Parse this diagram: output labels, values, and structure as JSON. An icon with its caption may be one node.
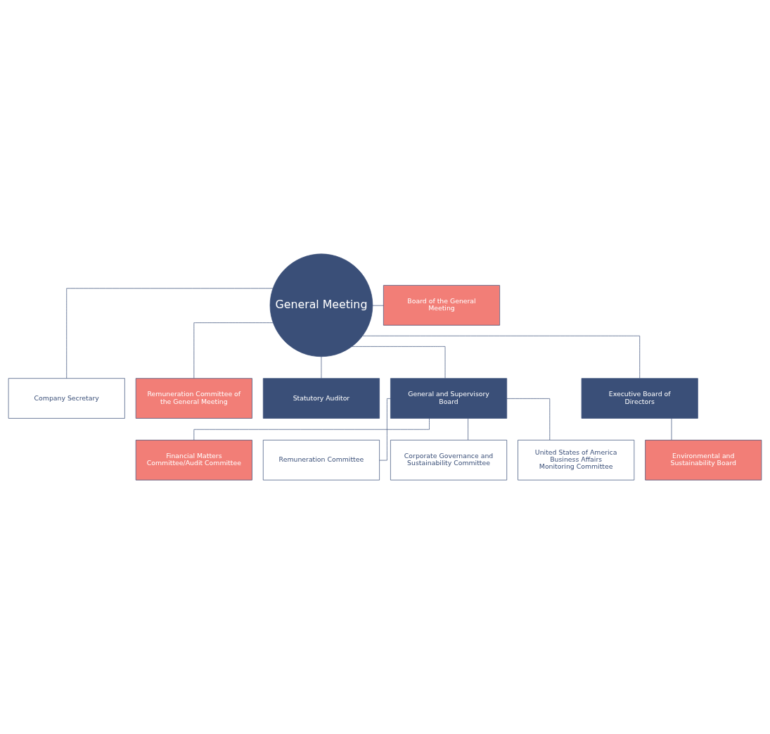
{
  "diagram": {
    "nodes": [
      {
        "text": [
          "General Meeting"
        ]
      },
      {
        "text": [
          "Board of the General Meeting"
        ]
      },
      {
        "text": [
          "Company Secretary"
        ]
      },
      {
        "text": [
          "Remuneration Committee of the General Meeting"
        ]
      },
      {
        "text": [
          "Statutory Auditor"
        ]
      },
      {
        "text": [
          "General and Supervisory Board"
        ]
      },
      {
        "text": [
          "Executive Board of Directors"
        ]
      },
      {
        "text": [
          "Financial Matters Committee/Audit Committee"
        ]
      },
      {
        "text": [
          "Environmental and Sustainability Board"
        ]
      },
      {
        "text": [
          "Remuneration Committee"
        ]
      },
      {
        "text": [
          "Corporate Governance and Sustainability Committee"
        ]
      },
      {
        "text": [
          "United States of America Business Affairs Monitoring Committee"
        ]
      }
    ],
    "edges": [
      {
        "from": 0,
        "to": 1,
        "arrow": "none"
      },
      {
        "from": 0,
        "to": 2,
        "arrow": "none"
      },
      {
        "from": 0,
        "to": 3,
        "arrow": "none"
      },
      {
        "from": 0,
        "to": 4,
        "arrow": "none"
      },
      {
        "from": 0,
        "to": 5,
        "arrow": "none"
      },
      {
        "from": 0,
        "to": 6,
        "arrow": "none"
      },
      {
        "from": 6,
        "to": 8,
        "arrow": "none"
      },
      {
        "from": 5,
        "to": 7,
        "arrow": "none"
      },
      {
        "from": 5,
        "to": 9,
        "arrow": "none"
      },
      {
        "from": 5,
        "to": 10,
        "arrow": "none"
      },
      {
        "from": 5,
        "to": 11,
        "arrow": "none"
      }
    ]
  }
}
